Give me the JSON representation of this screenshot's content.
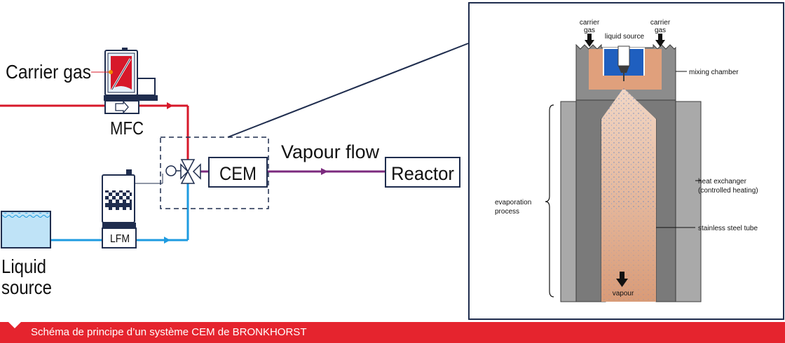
{
  "labels": {
    "carrier_gas": "Carrier gas",
    "mfc": "MFC",
    "cem": "CEM",
    "vapour_flow": "Vapour flow",
    "reactor": "Reactor",
    "lfm": "LFM",
    "liquid_line1": "Liquid",
    "liquid_line2": "source"
  },
  "detail": {
    "carrier_gas_left_l1": "carrier",
    "carrier_gas_left_l2": "gas",
    "carrier_gas_right_l1": "carrier",
    "carrier_gas_right_l2": "gas",
    "liquid_source": "liquid source",
    "mixing_chamber": "mixing chamber",
    "heat_exchanger_l1": "heat exchanger",
    "heat_exchanger_l2": "(controlled heating)",
    "evaporation_l1": "evaporation",
    "evaporation_l2": "process",
    "stainless_tube": "stainless steel tube",
    "vapour": "vapour"
  },
  "caption": "Schéma de principe d’un système CEM de BRONKHORST",
  "colors": {
    "gas_line": "#d7182a",
    "liquid_line": "#1e9be0",
    "vapour_line": "#7b2a7e",
    "navy": "#1f2d4e",
    "caption_bar": "#e5242e",
    "steel": "#8c8c8c",
    "steel_dark": "#6f6f6f",
    "vapour_fill": "#dea585",
    "liquid_blue": "#1f5fbf"
  }
}
